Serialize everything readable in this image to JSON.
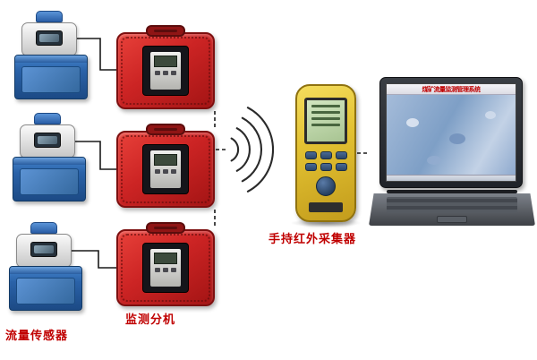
{
  "labels": {
    "flow_sensor": "流量传感器",
    "monitor_unit": "监测分机",
    "handheld": "手持红外采集器"
  },
  "laptop": {
    "screen_title": "煤矿流量监测管理系统"
  },
  "colors": {
    "label_red": "#c00000",
    "monitor_box_red": "#cc2424",
    "tank_blue": "#2a62a8",
    "handheld_yellow": "#e3c232",
    "lcd_green": "#b8d4a4",
    "line_black": "#1a1a1a"
  },
  "icons": {
    "wireless": "wireless-signal-arcs"
  }
}
